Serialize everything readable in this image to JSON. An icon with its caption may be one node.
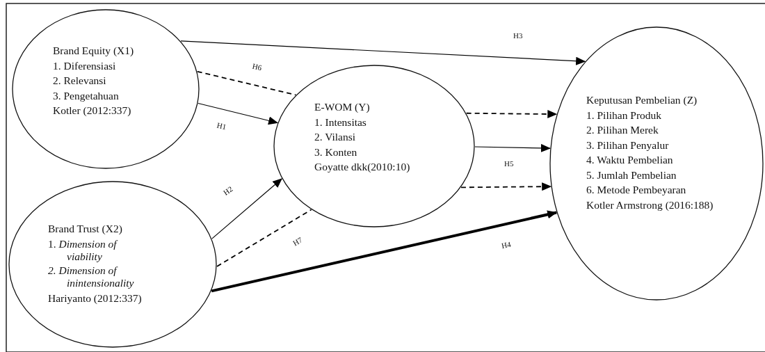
{
  "diagram": {
    "nodes": [
      {
        "text": [
          "Brand Equity (X1)",
          "1. Diferensiasi",
          "2. Relevansi",
          "3. Pengetahuan",
          "Kotler (2012:337)"
        ]
      },
      {
        "text": [
          "E-WOM (Y)",
          "1. Intensitas",
          "2. Vilansi",
          "3. Konten",
          "Goyatte dkk(2010:10)"
        ]
      },
      {
        "text": [
          "Brand Trust (X2)",
          "1. *Dimension of viability*",
          "*2. Dimension of inintensionality*",
          "Hariyanto (2012:337)"
        ]
      },
      {
        "text": [
          "Keputusan Pembelian (Z)",
          "1. Pilihan Produk",
          "2. Pilihan Merek",
          "3. Pilihan Penyalur",
          "4. Waktu Pembelian",
          "5. Jumlah Pembelian",
          "6. Metode Pembeyaran",
          "Kotler Armstrong (2016:188)"
        ]
      }
    ],
    "edges": [
      {
        "from": 0,
        "to": 3,
        "arrow": "to",
        "label": "H3"
      },
      {
        "from": 0,
        "to": 1,
        "arrow": "none",
        "label": "H6",
        "style": "dashed"
      },
      {
        "from": 0,
        "to": 1,
        "arrow": "to",
        "label": "H1"
      },
      {
        "from": 2,
        "to": 1,
        "arrow": "to",
        "label": "H2"
      },
      {
        "from": 2,
        "to": 1,
        "arrow": "none",
        "label": "H7",
        "style": "dashed"
      },
      {
        "from": 2,
        "to": 3,
        "arrow": "to",
        "label": "H4",
        "style": "thick"
      },
      {
        "from": 1,
        "to": 3,
        "arrow": "to",
        "style": "dashed"
      },
      {
        "from": 1,
        "to": 3,
        "arrow": "to",
        "label": "H5"
      },
      {
        "from": 1,
        "to": 3,
        "arrow": "to",
        "style": "dashed"
      }
    ]
  }
}
